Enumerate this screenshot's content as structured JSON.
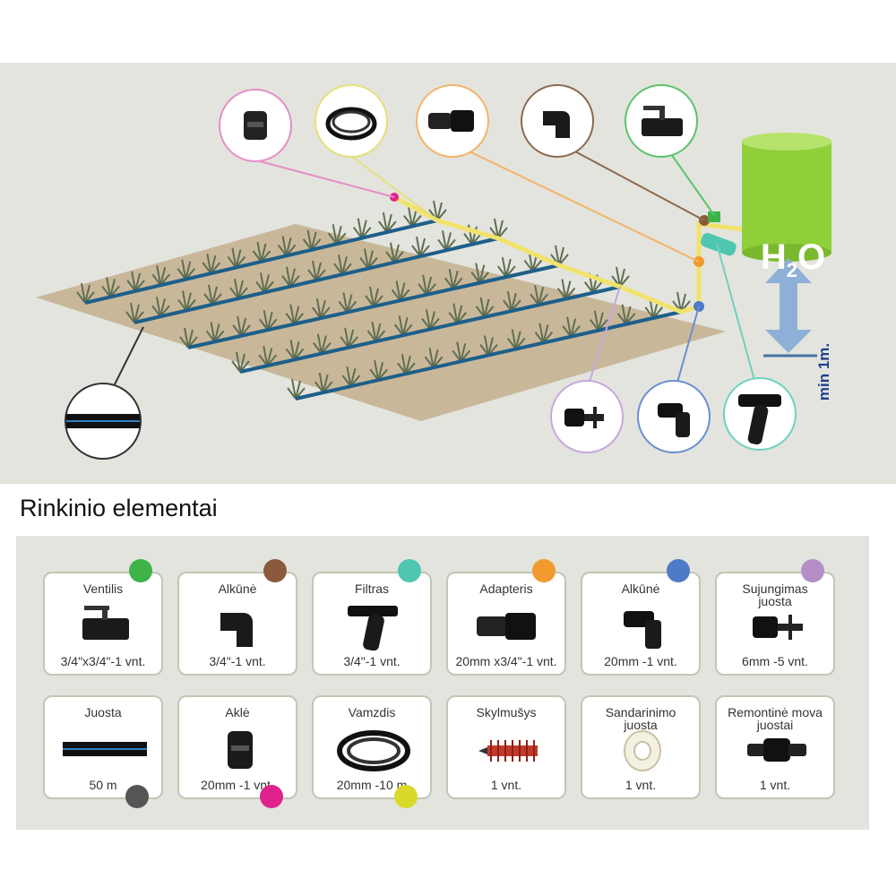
{
  "scene": {
    "tank_label": "H",
    "tank_sub": "2",
    "tank_label_end": "O",
    "height_label": "min 1m.",
    "colors": {
      "tank": "#8fcf3a",
      "ground": "#c9b79a",
      "pipe": "#f1e36a",
      "tape": "#1d5f8a",
      "arrow": "#8fb0d6"
    }
  },
  "section_title": "Rinkinio elementai",
  "items": [
    {
      "name": "Ventilis",
      "qty": "3/4\"x3/4\"-1 vnt.",
      "dot": "#3db34a",
      "icon": "valve-icon"
    },
    {
      "name": "Alkūnė",
      "qty": "3/4\"-1 vnt.",
      "dot": "#8b5a3c",
      "icon": "elbow-icon"
    },
    {
      "name": "Filtras",
      "qty": "3/4\"-1 vnt.",
      "dot": "#4fc7b0",
      "icon": "filter-icon"
    },
    {
      "name": "Adapteris",
      "qty": "20mm x3/4\"-1 vnt.",
      "dot": "#f29a2e",
      "icon": "adapter-icon"
    },
    {
      "name": "Alkūnė",
      "qty": "20mm -1 vnt.",
      "dot": "#4d7bc7",
      "icon": "elbow-20-icon"
    },
    {
      "name": "Sujungimas\njuosta",
      "qty": "6mm -5 vnt.",
      "dot": "#b48fc7",
      "icon": "tape-connector-icon"
    },
    {
      "name": "Juosta",
      "qty": "50 m",
      "dot": "#555555",
      "icon": "drip-tape-icon"
    },
    {
      "name": "Aklė",
      "qty": "20mm -1 vnt.",
      "dot": "#e0228c",
      "icon": "end-cap-icon"
    },
    {
      "name": "Vamzdis",
      "qty": "20mm -10 m",
      "dot": "#d9d92a",
      "icon": "pipe-coil-icon"
    },
    {
      "name": "Skylmušys",
      "qty": "1 vnt.",
      "dot": "",
      "icon": "hole-punch-icon"
    },
    {
      "name": "Sandarinimo\njuosta",
      "qty": "1 vnt.",
      "dot": "",
      "icon": "sealing-tape-icon"
    },
    {
      "name": "Remontinė mova\njuostai",
      "qty": "1 vnt.",
      "dot": "",
      "icon": "repair-coupling-icon"
    }
  ]
}
